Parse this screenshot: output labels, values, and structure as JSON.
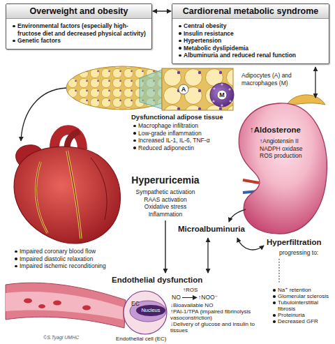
{
  "diagram": {
    "nodes": [
      {
        "text": [
          "Overweight and obesity",
          "Environmental factors (especially high-fructose diet and decreased physical activity)",
          "Genetic factors"
        ]
      },
      {
        "text": [
          "Cardiorenal metabolic syndrome",
          "Central obesity",
          "Insulin resistance",
          "Hypertension",
          "Metabolic dyslipidemia",
          "Albuminuria and reduced renal function"
        ]
      }
    ],
    "edges": [
      {
        "from": 0,
        "to": 1,
        "arrow": "both"
      }
    ],
    "labels": [
      "A",
      "M",
      "Adipocytes (A) and macrophages (M)",
      "Dysfunctional adipose tissue",
      "Macrophage infiltration",
      "Low-grade inflammation",
      "Increased IL-1, IL-6, TNF-α",
      "Reduced adiponectin",
      "↑Aldosterone",
      "↑Angiotensin II",
      "NADPH oxidase",
      "ROS production",
      "Hyperuricemia",
      "Sympathetic activation",
      "RAAS activation",
      "Oxidative stress",
      "Inflammation",
      "Impaired coronary blood flow",
      "Impaired diastolic relaxation",
      "Impaired ischemic reconditioning",
      "Microalbuminuria",
      "Hyperfiltration",
      "progressing to:",
      "Na⁺ retention",
      "Glomerular sclerosis",
      "Tubulointerstitial fibrosis",
      "Proteinuria",
      "Decreased GFR",
      "Endothelial dysfunction",
      "EC",
      "Nucleus",
      "Endothelial cell (EC)",
      "NO",
      "↑ROS",
      "↑NOO⁻",
      "↓Bioavailable NO",
      "↑PAI-1/TPA (impaired fibrinolysis vasoconstriction)",
      "↓Delivery of glucose and insulin to tissues",
      "©S.Tyagi UMHC"
    ]
  }
}
